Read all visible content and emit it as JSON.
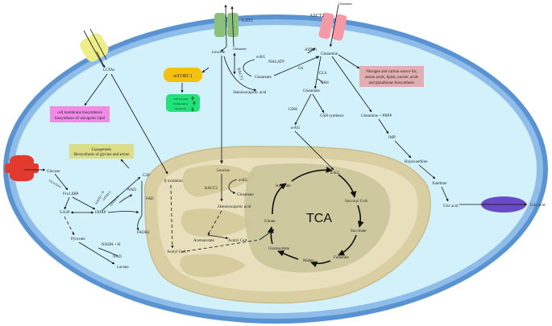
{
  "colors": {
    "cell_outer": "#5a93d1",
    "cell_inner": "#d3f1fb",
    "mito_outer": "#d9cfa3",
    "mito_inner": "#e8e0bd",
    "tca_region": "#c9c39a",
    "mtorc1": "#f4c20d",
    "mtorc1_effects": "#22e07a",
    "pink_box": "#f28be8",
    "yellow_box": "#dddd88",
    "nitrogen_box": "#e2aeb2",
    "lat1": "#8bc07a",
    "asct2": "#f49aa6",
    "lcfa_transporter": "#eeee88",
    "glucose_transporter": "#e23a2c",
    "uric_transporter": "#6a4bc7"
  },
  "transporters": {
    "lat1": "LAT1",
    "asct2": "ASCT2",
    "glutamine_ext": "Glutamine",
    "glutamine_in_lat1": "Glutamine"
  },
  "boxes": {
    "mtorc1": "mTORC1",
    "mtorc1_effect_1": "Cell Growth",
    "mtorc1_effect_2": "Proliferation",
    "mtorc1_effect_3": "Apoptosis",
    "membrane_lipid_1": "cell membrane biosynthesis",
    "membrane_lipid_2": "biosynthesis of oncogenic lipid",
    "lipogenesis_1": "Lipogenesis",
    "lipogenesis_2": "Biosynthesis of glycine and serine",
    "nitrogen_1": "Nitrogen and carbon source for,",
    "nitrogen_2": "amino acids, lipids, nucleic acids",
    "nitrogen_3": "and glutathione biosynthesis"
  },
  "metabolites": {
    "lcfas": "LCFAs",
    "leucine_cyto": "Leucine",
    "aKG_cyto": "α-KG",
    "bact1": "BACT1",
    "glutamate_cyto": "Glutamate",
    "ketoiso_cyto": "2ketoisocaproic acid",
    "nh4_atp": "NH4,ATP",
    "gs": "GS",
    "adp_pi": "ADP,Pi",
    "glutamine_cyto": "Glutamine",
    "gls": "GLS",
    "nh4": "NH4",
    "glutamate_cyto2": "Glutamate",
    "gdh": "GDH",
    "aKG_cyto2": "α-KG",
    "gsh": "GSH synthesis",
    "glutamine_prpp": "Glutamine + PRPP",
    "imp": "IMP",
    "hypoxanthine": "Hypoxanthine",
    "xanthine": "Xanthine",
    "uric_acid": "Uric acid",
    "uric_acid_ext": "Uric acid",
    "glucose": "Glucose",
    "glycolysis": "Glycolysis",
    "fru16bp": "Fru1,6BP",
    "ga3p": "GA3P",
    "dhap": "DHAP",
    "nadh_h": "NADH + H",
    "gpdh_c": "GPDH-C",
    "gpdh_m": "GPDH-M",
    "g3p": "G3P",
    "nad1": "NAD",
    "fad": "FAD",
    "fadh2": "FADH2",
    "nadh_h2": "NADH + H",
    "pyruvate": "Pyruvate",
    "nadh_h3": "NADH + H",
    "nad2": "NAD",
    "lactate": "Lactate",
    "beta_oxidation": "β oxidation",
    "acetyl_coa_1": "Acetyl CoA",
    "leucine_mito": "Leucine",
    "bact2": "BACT2",
    "aKG_mito": "α-KG",
    "glutamate_mito": "Glutamate",
    "ketoiso_mito": "2ketoisocaproic acid",
    "acetoacetate": "Acetoacetate",
    "acetyl_coa_2": "Acetyl CoA",
    "tca": "TCA",
    "isocitrate": "Isocitrate",
    "aKG_tca": "α-KG",
    "succinyl_coa": "Succinyl CoA",
    "succinate": "Succinate",
    "fumarate": "Fumarate",
    "malate": "Malate",
    "oxaloacetate": "Oxaloacetate",
    "citrate": "Citrate"
  }
}
